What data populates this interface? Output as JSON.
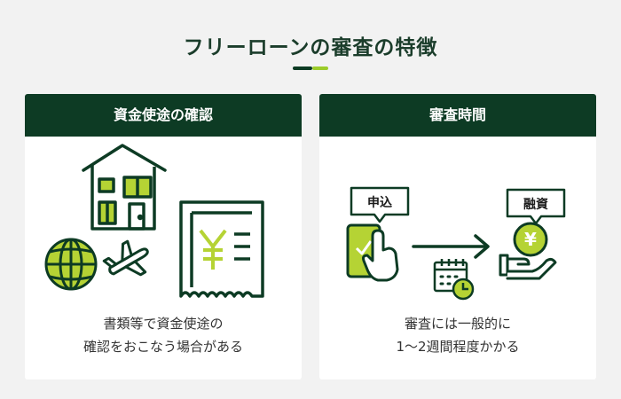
{
  "page": {
    "title": "フリーローンの審査の特徴"
  },
  "colors": {
    "dark_green": "#0d3b24",
    "accent_green": "#b5d334",
    "background": "#f2f2f2"
  },
  "cards": [
    {
      "header": "資金使途の確認",
      "text_lines": [
        "書類等で資金使途の",
        "確認をおこなう場合がある"
      ],
      "icons": [
        "house-icon",
        "receipt-yen-icon",
        "globe-icon",
        "airplane-icon"
      ]
    },
    {
      "header": "審査時間",
      "bubble_left": "申込",
      "bubble_right": "融資",
      "yen_symbol": "¥",
      "text_lines": [
        "審査には一般的に",
        "1〜2週間程度かかる"
      ],
      "icons": [
        "smartphone-tap-icon",
        "arrow-right-icon",
        "calendar-clock-icon",
        "hand-yen-coin-icon"
      ]
    }
  ]
}
